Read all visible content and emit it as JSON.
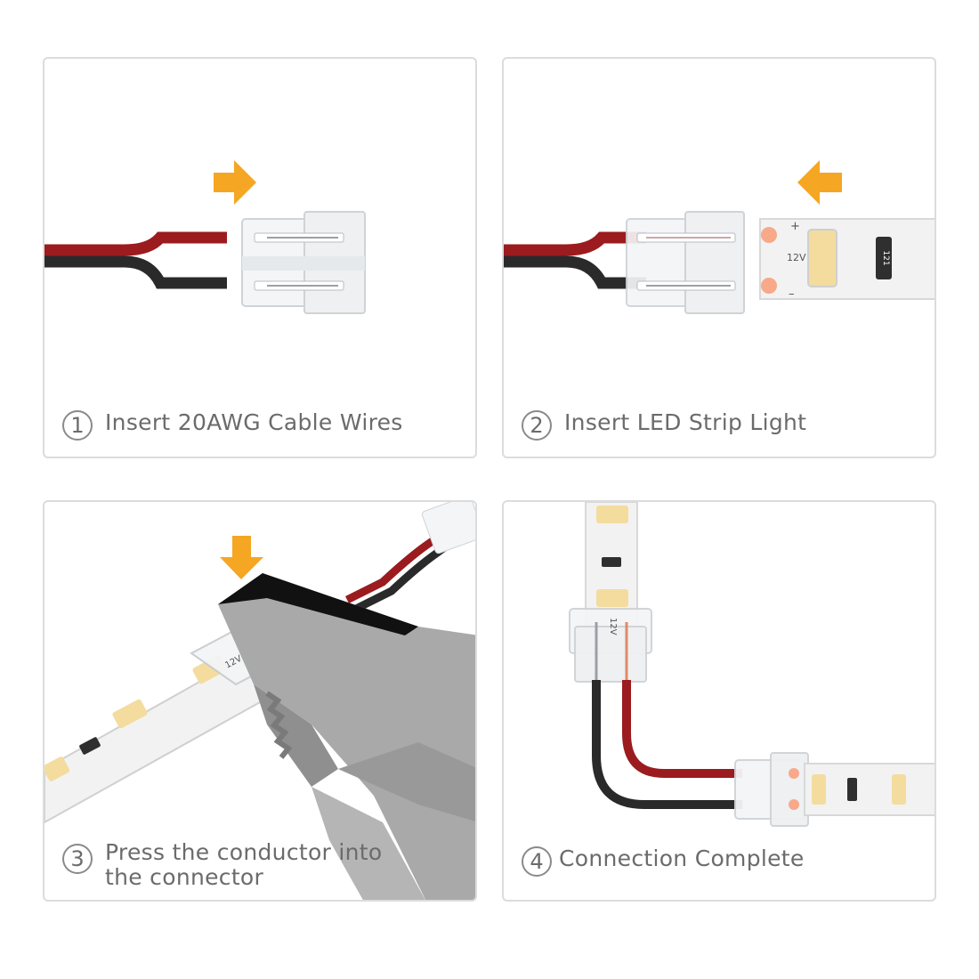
{
  "steps": [
    {
      "number": "1",
      "caption": "Insert 20AWG Cable Wires"
    },
    {
      "number": "2",
      "caption": "Insert LED Strip Light"
    },
    {
      "number": "3",
      "caption": "Press the conductor into the connector"
    },
    {
      "number": "4",
      "caption": "Connection Complete"
    }
  ],
  "strip_labels": {
    "voltage": "12V",
    "resistor": "121",
    "plus": "+",
    "minus": "–"
  },
  "colors": {
    "arrow": "#f5a623",
    "red_wire": "#9b1b1e",
    "black_wire": "#2a2a2a",
    "led": "#f3dc9e",
    "copper_pad": "#f7a98a",
    "panel_border": "#dcdcdc"
  },
  "icons": [
    "right-arrow-icon",
    "left-arrow-icon",
    "down-arrow-icon"
  ]
}
